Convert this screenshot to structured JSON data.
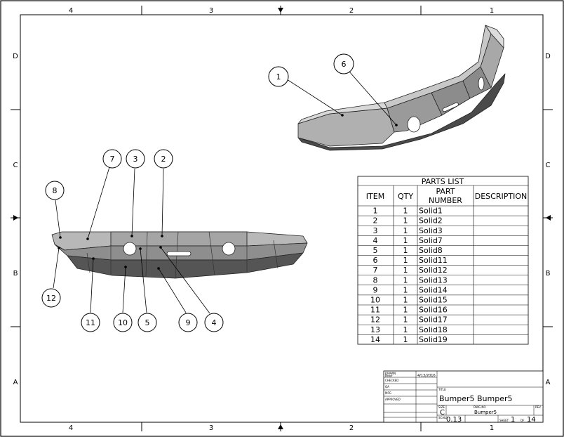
{
  "zones": {
    "columns": [
      "4",
      "3",
      "2",
      "1"
    ],
    "rows": [
      "D",
      "C",
      "B",
      "A"
    ]
  },
  "balloons": [
    "1",
    "6",
    "7",
    "3",
    "2",
    "8",
    "12",
    "11",
    "10",
    "5",
    "9",
    "4"
  ],
  "parts_list": {
    "title": "PARTS LIST",
    "headers": {
      "item": "ITEM",
      "qty": "QTY",
      "part_1": "PART",
      "part_2": "NUMBER",
      "desc": "DESCRIPTION"
    },
    "rows": [
      {
        "item": "1",
        "qty": "1",
        "part": "Solid1"
      },
      {
        "item": "2",
        "qty": "1",
        "part": "Solid2"
      },
      {
        "item": "3",
        "qty": "1",
        "part": "Solid3"
      },
      {
        "item": "4",
        "qty": "1",
        "part": "Solid7"
      },
      {
        "item": "5",
        "qty": "1",
        "part": "Solid8"
      },
      {
        "item": "6",
        "qty": "1",
        "part": "Solid11"
      },
      {
        "item": "7",
        "qty": "1",
        "part": "Solid12"
      },
      {
        "item": "8",
        "qty": "1",
        "part": "Solid13"
      },
      {
        "item": "9",
        "qty": "1",
        "part": "Solid14"
      },
      {
        "item": "10",
        "qty": "1",
        "part": "Solid15"
      },
      {
        "item": "11",
        "qty": "1",
        "part": "Solid16"
      },
      {
        "item": "12",
        "qty": "1",
        "part": "Solid17"
      },
      {
        "item": "13",
        "qty": "1",
        "part": "Solid18"
      },
      {
        "item": "14",
        "qty": "1",
        "part": "Solid19"
      }
    ]
  },
  "title_block": {
    "drawn_label": "DRAWN",
    "drawn_by": "Peter",
    "drawn_date": "4/13/2016",
    "checked_label": "CHECKED",
    "qa_label": "QA",
    "mfg_label": "MFG",
    "approved_label": "APPROVED",
    "title_label": "TITLE",
    "title": "Bumper5   Bumper5",
    "size_label": "SIZE",
    "size": "C",
    "dwg_label": "DWG NO",
    "dwg_no": "Bumper5",
    "rev_label": "REV",
    "scale_label": "SCALE",
    "scale": "0.13",
    "sheet_label": "SHEET",
    "sheet_num": "1",
    "of_label": "OF",
    "sheet_total": "14"
  }
}
